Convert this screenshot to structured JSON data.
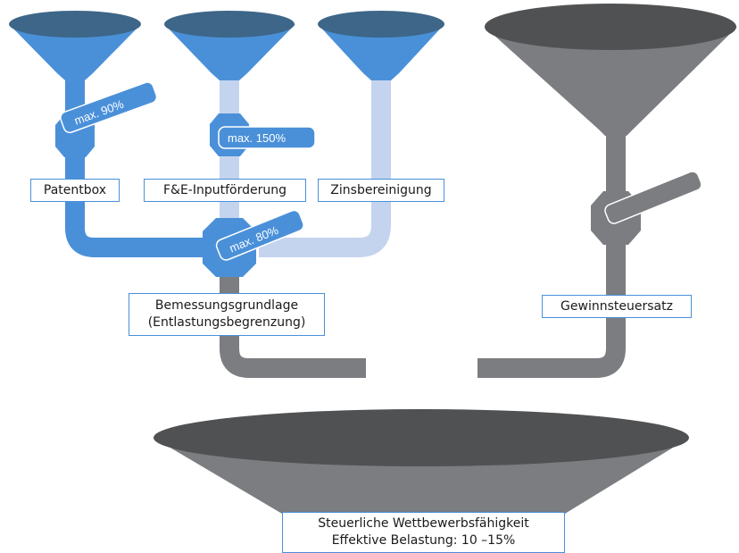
{
  "colors": {
    "blue": "#4a90d9",
    "blue_top": "#3d6688",
    "light_blue": "#c4d4ee",
    "gray": "#7b7d80",
    "gray_top": "#505153",
    "box_border": "#4a90d9"
  },
  "funnels": {
    "patentbox": {
      "label": "Patentbox",
      "cap": "max. 90%"
    },
    "fe": {
      "label": "F&E-Inputförderung",
      "cap": "max. 150%"
    },
    "zins": {
      "label": "Zinsbereinigung"
    }
  },
  "merge": {
    "cap": "max. 80%",
    "label_line1": "Bemessungsgrundlage",
    "label_line2": "(Entlastungsbegrenzung)"
  },
  "tax_rate": {
    "label": "Gewinnsteuersatz"
  },
  "result": {
    "line1": "Steuerliche Wettbewerbsfähigkeit",
    "line2": "Effektive Belastung: 10 –15%"
  }
}
